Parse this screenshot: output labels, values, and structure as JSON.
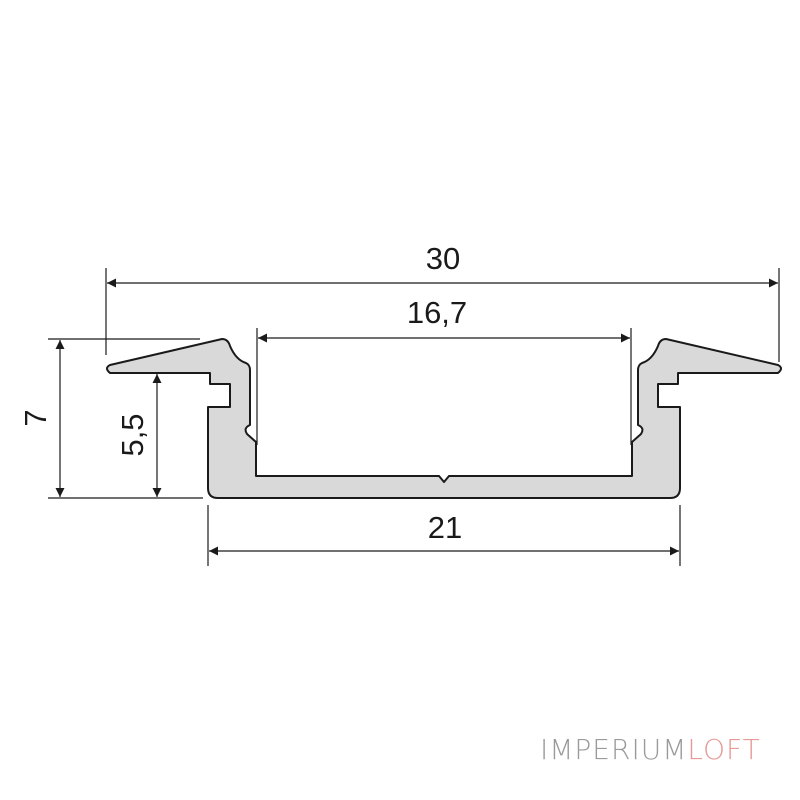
{
  "dimensions": {
    "overall_width": "30",
    "inner_width": "16,7",
    "base_width": "21",
    "overall_height": "7",
    "body_height": "5,5"
  },
  "logo": {
    "part1": "IMPERIUM",
    "part2": "LOFT"
  },
  "colors": {
    "profile_fill": "#d9d9d9",
    "line": "#1a1a1a",
    "logo_gray": "#9a9a9a",
    "logo_pink": "#e59a95"
  }
}
